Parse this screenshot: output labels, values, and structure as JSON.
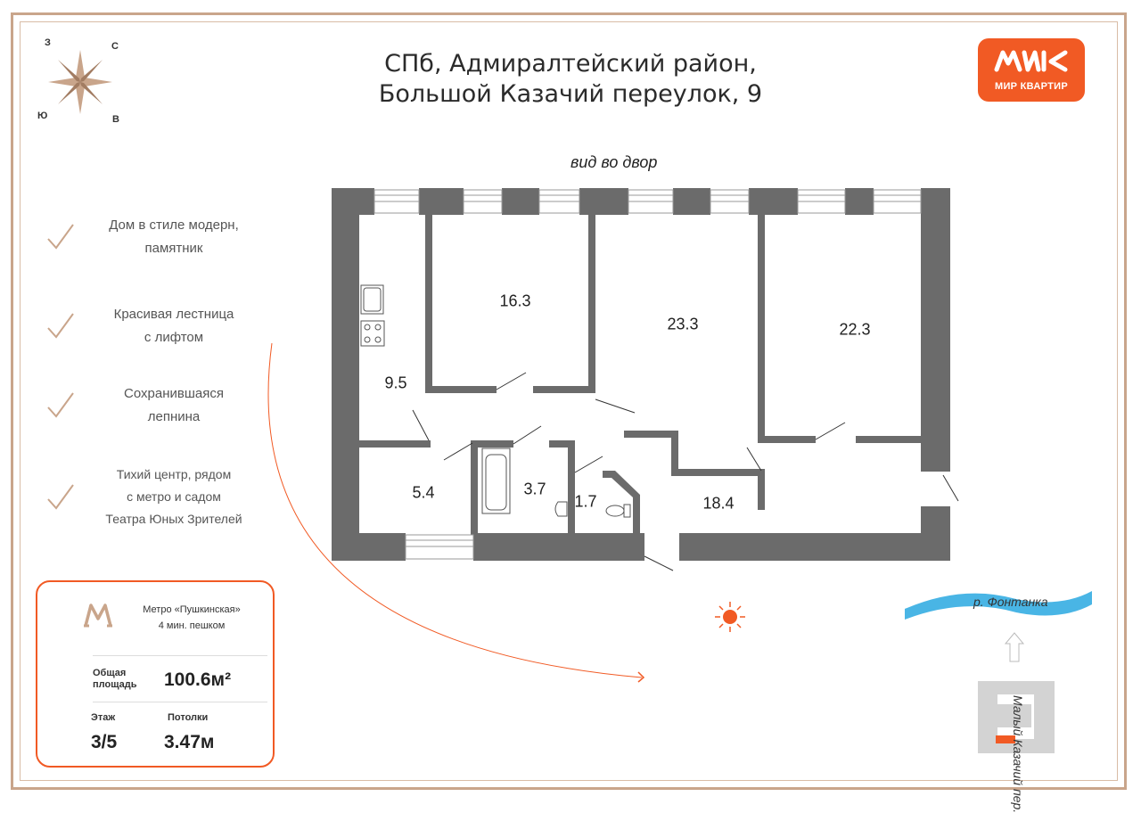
{
  "header": {
    "address_line1": "СПб, Адмиралтейский район,",
    "address_line2": "Большой Казачий переулок, 9"
  },
  "logo": {
    "text": "МИР КВАРТИР",
    "color": "#f15a24"
  },
  "compass": {
    "north": "С",
    "south": "Ю",
    "west": "З",
    "east": "В",
    "icon": "compass-rose-icon"
  },
  "features": [
    {
      "line1": "Дом в стиле модерн,",
      "line2": "памятник"
    },
    {
      "line1": "Красивая лестница",
      "line2": "с лифтом"
    },
    {
      "line1": "Сохранившаяся",
      "line2": "лепнина"
    },
    {
      "line1": "Тихий центр, рядом",
      "line2": "с метро и садом",
      "line3": "Театра Юных Зрителей"
    }
  ],
  "info": {
    "metro_line1": "Метро «Пушкинская»",
    "metro_line2": "4 мин. пешком",
    "area_label_line1": "Общая",
    "area_label_line2": "площадь",
    "area_value": "100.6м²",
    "floor_label": "Этаж",
    "floor_value": "3/5",
    "ceiling_label": "Потолки",
    "ceiling_value": "3.47м"
  },
  "plan": {
    "view_label": "вид во двор",
    "rooms": [
      {
        "id": "bedroom-1",
        "area": "16.3"
      },
      {
        "id": "living-room",
        "area": "23.3"
      },
      {
        "id": "bedroom-2",
        "area": "22.3"
      },
      {
        "id": "kitchen",
        "area": "9.5"
      },
      {
        "id": "room-small",
        "area": "5.4"
      },
      {
        "id": "bathroom",
        "area": "3.7"
      },
      {
        "id": "toilet",
        "area": "1.7"
      },
      {
        "id": "hallway",
        "area": "18.4"
      }
    ],
    "wall_color": "#6b6b6b"
  },
  "map": {
    "river_label": "р. Фонтанка",
    "street_label": "Малый Казачий пер.",
    "river_color": "#29a8e0",
    "highlight_color": "#f15a24"
  },
  "colors": {
    "accent": "#f15a24",
    "frame": "#c9a58b",
    "sun_path": "#f15a24"
  }
}
